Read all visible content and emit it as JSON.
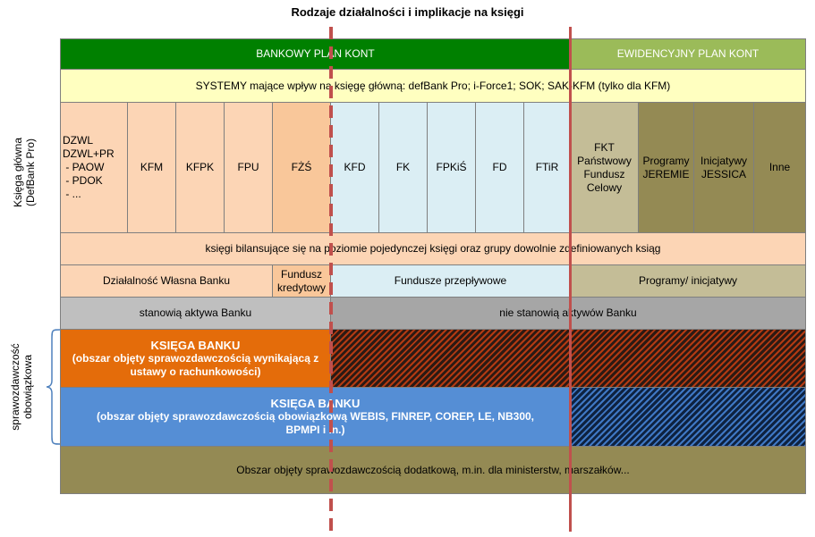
{
  "title": "Rodzaje działalności i implikacje na księgi",
  "side_labels": {
    "ksiega_glowna": [
      "Księga główna",
      "(DefBank Pro)"
    ],
    "sprawozdawczosc": [
      "sprawozdawczość",
      "obowiązkowa"
    ]
  },
  "headers": {
    "bankowy": "BANKOWY PLAN KONT",
    "ewidencyjny": "EWIDENCYJNY PLAN KONT"
  },
  "systemy": "SYSTEMY mające wpływ na księgę główną: defBank Pro; i-Force1; SOK; SAK-KFM (tylko dla KFM)",
  "dzwl": [
    "DZWL",
    "DZWL+PR",
    " - PAOW",
    " - PDOK",
    " - ..."
  ],
  "ledger_cells": [
    "KFM",
    "KFPK",
    "FPU",
    "FŻŚ",
    "KFD",
    "FK",
    "FPKiŚ",
    "FD",
    "FTiR"
  ],
  "fkt": [
    "FKT",
    "Państwowy",
    "Fundusz",
    "Celowy"
  ],
  "programy": [
    "Programy",
    "JEREMIE"
  ],
  "inicjatywy": [
    "Inicjatywy",
    "JESSICA"
  ],
  "inne": "Inne",
  "bilansujace": "księgi bilansujące się na poziomie pojedynczej księgi oraz grupy dowolnie zdefiniowanych ksiąg",
  "groups": {
    "wlasna": "Działalność Własna Banku",
    "kredytowy": [
      "Fundusz",
      "kredytowy"
    ],
    "przeplywowe": "Fundusze przepływowe",
    "programy": "Programy/ inicjatywy"
  },
  "aktywa": {
    "stanowia": "stanowią aktywa Banku",
    "nie_stanowia": "nie stanowią aktywów Banku"
  },
  "ksiega_orange": {
    "title": "KSIĘGA BANKU",
    "desc": [
      "(obszar objęty sprawozdawczością wynikającą z",
      "ustawy o rachunkowości)"
    ]
  },
  "ksiega_blue": {
    "title": "KSIĘGA BANKU",
    "desc": [
      "(obszar objęty sprawozdawczością obowiązkową WEBIS, FINREP, COREP, LE, NB300,",
      "BPMPI i in.)"
    ]
  },
  "dodatkowa": "Obszar objęty sprawozdawczością dodatkową, m.in. dla ministerstw, marszałków...",
  "colors": {
    "green_header": "#008000",
    "olive_header": "#9bbb59",
    "orange": "#e46c0a",
    "blue": "#558ed5",
    "divider": "#c0504d"
  }
}
